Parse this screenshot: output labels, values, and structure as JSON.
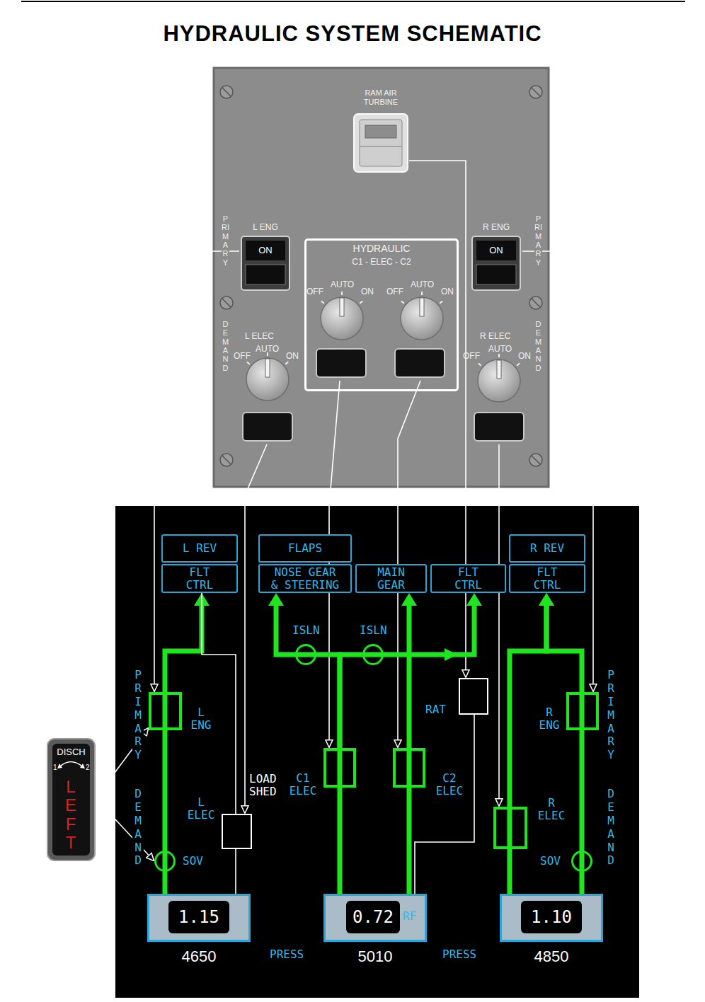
{
  "diagram": {
    "title": "HYDRAULIC SYSTEM SCHEMATIC",
    "nodes": [
      {
        "text": [
          "RAM AIR TURBINE"
        ]
      },
      {
        "text": [
          "L ENG",
          "ON"
        ]
      },
      {
        "text": [
          "HYDRAULIC",
          "C1 - ELEC - C2"
        ]
      },
      {
        "text": [
          "R ENG",
          "ON"
        ]
      },
      {
        "text": [
          "OFF",
          "AUTO",
          "ON"
        ],
        "in": 2
      },
      {
        "text": [
          "OFF",
          "AUTO",
          "ON"
        ],
        "in": 2
      },
      {
        "text": [
          "L ELEC",
          "OFF",
          "AUTO",
          "ON"
        ]
      },
      {
        "text": [
          "R ELEC",
          "OFF",
          "AUTO",
          "ON"
        ]
      },
      {
        "text": [
          "L REV"
        ]
      },
      {
        "text": [
          "FLT CTRL"
        ]
      },
      {
        "text": [
          "FLAPS"
        ]
      },
      {
        "text": [
          "NOSE GEAR & STEERING"
        ]
      },
      {
        "text": [
          "MAIN GEAR"
        ]
      },
      {
        "text": [
          "FLT CTRL"
        ]
      },
      {
        "text": [
          "R REV"
        ]
      },
      {
        "text": [
          "FLT CTRL"
        ]
      },
      {
        "text": [
          "L ENG"
        ]
      },
      {
        "text": [
          "LOAD SHED",
          "L ELEC"
        ]
      },
      {
        "text": [
          "C1 ELEC"
        ]
      },
      {
        "text": [
          "C2 ELEC"
        ]
      },
      {
        "text": [
          "RAT"
        ]
      },
      {
        "text": [
          "R ENG"
        ]
      },
      {
        "text": [
          "R ELEC"
        ]
      },
      {
        "text": [
          "SOV"
        ]
      },
      {
        "text": [
          "SOV"
        ]
      },
      {
        "text": [
          "ISLN"
        ]
      },
      {
        "text": [
          "ISLN"
        ]
      },
      {
        "text": [
          "1.15",
          "4650"
        ]
      },
      {
        "text": [
          "0.72",
          "RF",
          "5010"
        ]
      },
      {
        "text": [
          "1.10",
          "4850"
        ]
      },
      {
        "text": [
          "DISCH",
          "1",
          "2",
          "LEFT"
        ]
      }
    ],
    "edges": [
      {
        "from": 0,
        "to": 20,
        "arrow": "to"
      },
      {
        "from": 1,
        "to": 16,
        "arrow": "to"
      },
      {
        "from": 3,
        "to": 21,
        "arrow": "to"
      },
      {
        "from": 4,
        "to": 18,
        "arrow": "to"
      },
      {
        "from": 5,
        "to": 19,
        "arrow": "to"
      },
      {
        "from": 6,
        "to": 17,
        "arrow": "to"
      },
      {
        "from": 7,
        "to": 22,
        "arrow": "to"
      },
      {
        "from": 30,
        "to": 16,
        "arrow": "to"
      },
      {
        "from": 30,
        "to": 23,
        "arrow": "to"
      },
      {
        "from": 27,
        "to": 23,
        "arrow": "none"
      },
      {
        "from": 23,
        "to": 16,
        "arrow": "none"
      },
      {
        "from": 16,
        "to": 9,
        "arrow": "to"
      },
      {
        "from": 27,
        "to": 17,
        "arrow": "none"
      },
      {
        "from": 17,
        "to": 9,
        "arrow": "none"
      },
      {
        "from": 28,
        "to": 18,
        "arrow": "none"
      },
      {
        "from": 18,
        "to": 25,
        "arrow": "none"
      },
      {
        "from": 25,
        "to": 11,
        "arrow": "to"
      },
      {
        "from": 18,
        "to": 26,
        "arrow": "none"
      },
      {
        "from": 26,
        "to": 13,
        "arrow": "to"
      },
      {
        "from": 28,
        "to": 19,
        "arrow": "none"
      },
      {
        "from": 19,
        "to": 12,
        "arrow": "to"
      },
      {
        "from": 28,
        "to": 20,
        "arrow": "none"
      },
      {
        "from": 29,
        "to": 24,
        "arrow": "none"
      },
      {
        "from": 24,
        "to": 21,
        "arrow": "none"
      },
      {
        "from": 21,
        "to": 15,
        "arrow": "to"
      },
      {
        "from": 29,
        "to": 22,
        "arrow": "none"
      },
      {
        "from": 22,
        "to": 15,
        "arrow": "to"
      }
    ],
    "labels": [
      "PRIMARY",
      "DEMAND",
      "PRIMARY",
      "DEMAND",
      "PRIMARY",
      "DEMAND",
      "PRIMARY",
      "DEMAND",
      "PRESS",
      "PRESS"
    ]
  }
}
